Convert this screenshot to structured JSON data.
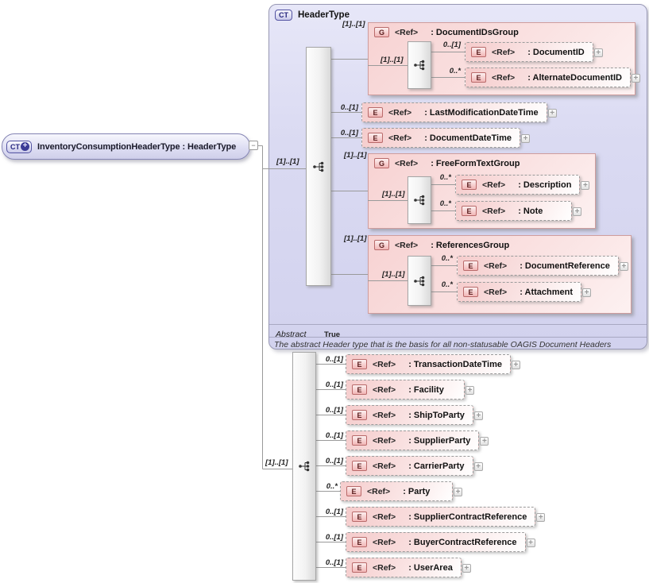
{
  "colors": {
    "container_fill": "#d9d9f0",
    "group_fill": "#f8d5d5",
    "element_fill": "#f5cccc",
    "connector_line": "#9a9a9a",
    "badge_red_border": "#b96a6a",
    "badge_blue_border": "#5353a2"
  },
  "icons": {
    "expand": "+",
    "collapse": "−",
    "circle_plus": "+"
  },
  "root": {
    "badge": "CT",
    "label": "InventoryConsumptionHeaderType : HeaderType"
  },
  "header_box": {
    "badge": "CT",
    "title": "HeaderType",
    "seq_cardinality": "[1]..[1]",
    "abstract_label": "Abstract",
    "abstract_value": "True",
    "note": "The abstract Header type that is the basis for all non-statusable OAGIS Document Headers",
    "doc_ids_group": {
      "badge": "G",
      "ref": "<Ref>",
      "name": ": DocumentIDsGroup",
      "cardinality": "[1]..[1]",
      "seq_cardinality": "[1]..[1]",
      "items": [
        {
          "badge": "E",
          "ref": "<Ref>",
          "name": ": DocumentID",
          "cardinality": "0..[1]"
        },
        {
          "badge": "E",
          "ref": "<Ref>",
          "name": ": AlternateDocumentID",
          "cardinality": "0..*"
        }
      ]
    },
    "elements": [
      {
        "badge": "E",
        "ref": "<Ref>",
        "name": ": LastModificationDateTime",
        "cardinality": "0..[1]"
      },
      {
        "badge": "E",
        "ref": "<Ref>",
        "name": ": DocumentDateTime",
        "cardinality": "0..[1]"
      }
    ],
    "freeform_group": {
      "badge": "G",
      "ref": "<Ref>",
      "name": ": FreeFormTextGroup",
      "cardinality": "[1]..[1]",
      "seq_cardinality": "[1]..[1]",
      "items": [
        {
          "badge": "E",
          "ref": "<Ref>",
          "name": ": Description",
          "cardinality": "0..*"
        },
        {
          "badge": "E",
          "ref": "<Ref>",
          "name": ": Note",
          "cardinality": "0..*"
        }
      ]
    },
    "references_group": {
      "badge": "G",
      "ref": "<Ref>",
      "name": ": ReferencesGroup",
      "cardinality": "[1]..[1]",
      "seq_cardinality": "[1]..[1]",
      "items": [
        {
          "badge": "E",
          "ref": "<Ref>",
          "name": ": DocumentReference",
          "cardinality": "0..*"
        },
        {
          "badge": "E",
          "ref": "<Ref>",
          "name": ": Attachment",
          "cardinality": "0..*"
        }
      ]
    }
  },
  "lower": {
    "seq_cardinality": "[1]..[1]",
    "items": [
      {
        "badge": "E",
        "ref": "<Ref>",
        "name": ": TransactionDateTime",
        "cardinality": "0..[1]"
      },
      {
        "badge": "E",
        "ref": "<Ref>",
        "name": ": Facility",
        "cardinality": "0..[1]"
      },
      {
        "badge": "E",
        "ref": "<Ref>",
        "name": ": ShipToParty",
        "cardinality": "0..[1]"
      },
      {
        "badge": "E",
        "ref": "<Ref>",
        "name": ": SupplierParty",
        "cardinality": "0..[1]"
      },
      {
        "badge": "E",
        "ref": "<Ref>",
        "name": ": CarrierParty",
        "cardinality": "0..[1]"
      },
      {
        "badge": "E",
        "ref": "<Ref>",
        "name": ": Party",
        "cardinality": "0..*"
      },
      {
        "badge": "E",
        "ref": "<Ref>",
        "name": ": SupplierContractReference",
        "cardinality": "0..[1]"
      },
      {
        "badge": "E",
        "ref": "<Ref>",
        "name": ": BuyerContractReference",
        "cardinality": "0..[1]"
      },
      {
        "badge": "E",
        "ref": "<Ref>",
        "name": ": UserArea",
        "cardinality": "0..[1]"
      }
    ]
  }
}
